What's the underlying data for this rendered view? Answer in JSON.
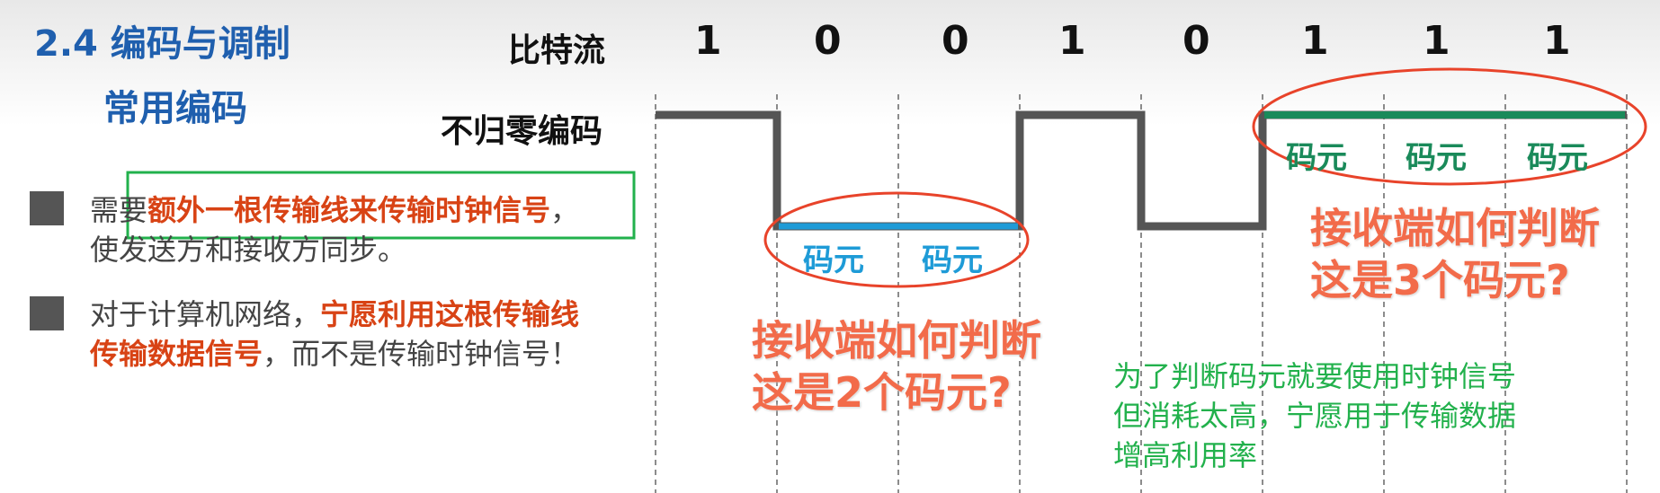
{
  "header": {
    "title": "2.4 编码与调制",
    "subtitle": "常用编码"
  },
  "diagram": {
    "bitstream_label": "比特流",
    "nrz_label": "不归零编码",
    "bits": [
      "1",
      "0",
      "0",
      "1",
      "0",
      "1",
      "1",
      "1"
    ],
    "symbol_label": "码元",
    "colors": {
      "signal": "#555555",
      "blue": "#1e9bd7",
      "green": "#1a8a5a",
      "red_ellipse": "#e8432a",
      "highlight_box": "#22b14c"
    }
  },
  "bullets": [
    {
      "pre": "需要",
      "highlight": "额外一根传输线来传输时钟信号",
      "post": "，",
      "line2": "使发送方和接收方同步。"
    },
    {
      "pre": "对于计算机网络，",
      "highlight": "宁愿利用这根传输线",
      "line2_highlight": "传输数据信号",
      "line2_post": "，而不是传输时钟信号！"
    }
  ],
  "annotations": {
    "q2_line1": "接收端如何判断",
    "q2_line2": "这是2个码元?",
    "q3_line1": "接收端如何判断",
    "q3_line2": "这是3个码元?",
    "green_line1": "为了判断码元就要使用时钟信号",
    "green_line2": "但消耗太高，宁愿用于传输数据",
    "green_line3": "增高利用率"
  }
}
